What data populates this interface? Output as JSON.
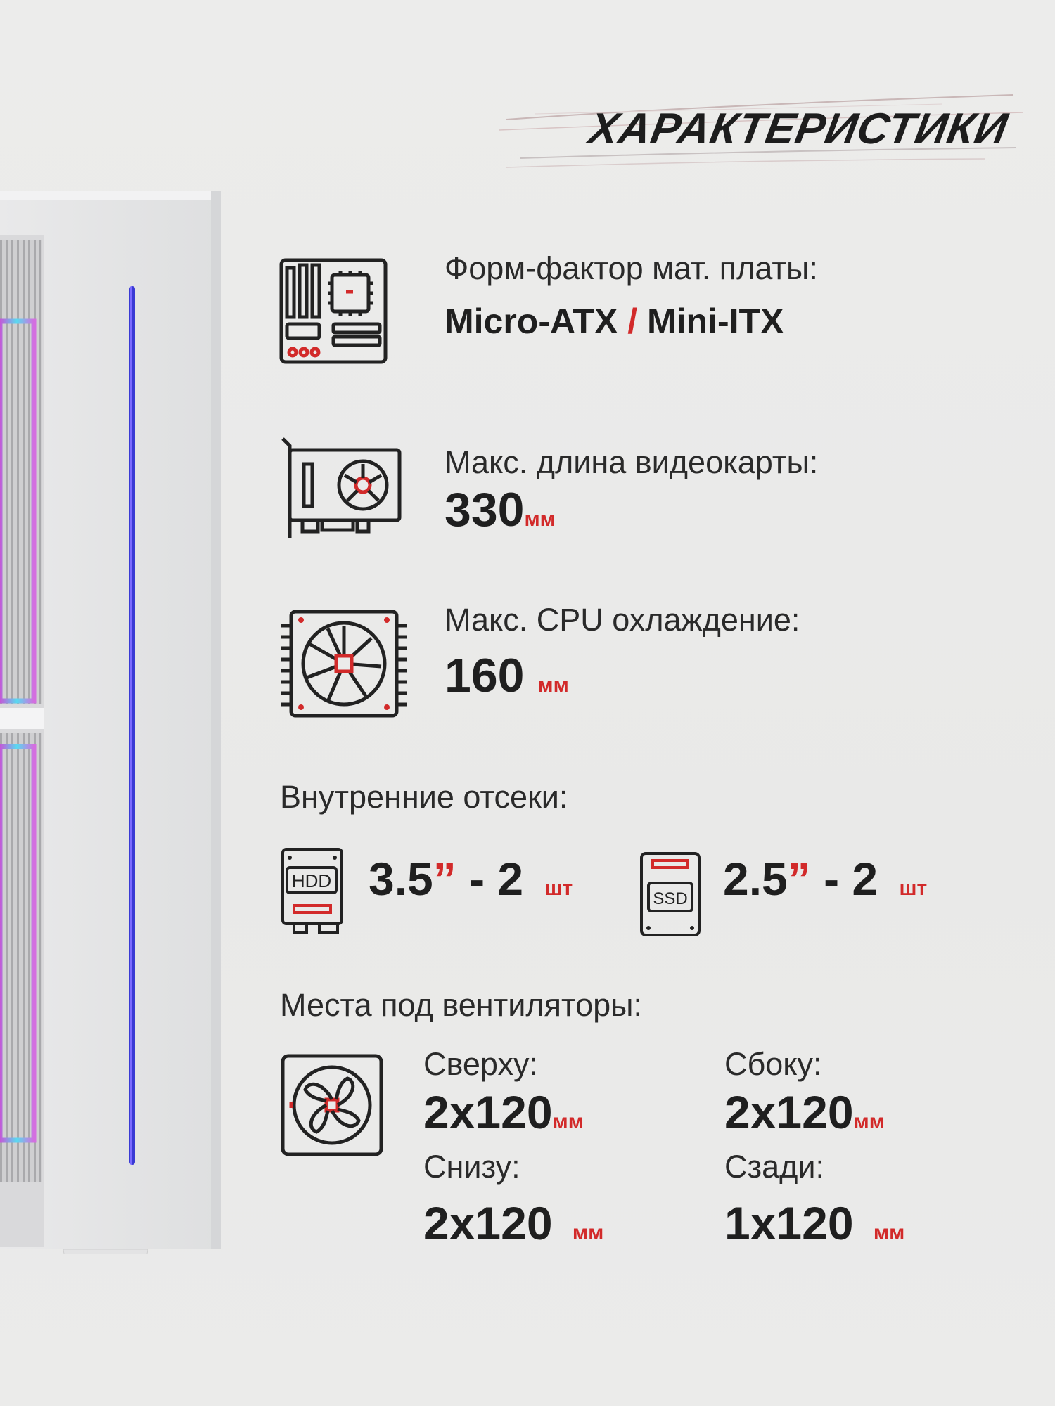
{
  "title": "ХАРАКТЕРИСТИКИ",
  "colors": {
    "accent": "#d22a2a",
    "text": "#1f1f1f",
    "background": "#ebebea"
  },
  "motherboard": {
    "icon": "motherboard-icon",
    "label": "Форм-фактор мат. платы:",
    "value_a": "Micro-ATX",
    "separator": "/",
    "value_b": "Mini-ITX"
  },
  "gpu": {
    "icon": "graphics-card-icon",
    "label": "Макс. длина видеокарты:",
    "value": "330",
    "unit": "мм"
  },
  "cpu_cooler": {
    "icon": "cpu-cooler-icon",
    "label": "Макс. CPU охлаждение:",
    "value": "160",
    "unit": "мм"
  },
  "bays": {
    "label": "Внутренние отсеки:",
    "hdd": {
      "icon": "hdd-icon",
      "icon_text": "HDD",
      "size": "3.5",
      "quote": "”",
      "dash": "- 2",
      "unit": "шт"
    },
    "ssd": {
      "icon": "ssd-icon",
      "icon_text": "SSD",
      "size": "2.5",
      "quote": "”",
      "dash": "- 2",
      "unit": "шт"
    }
  },
  "fans": {
    "icon": "fan-icon",
    "label": "Места под вентиляторы:",
    "top": {
      "label": "Сверху:",
      "value": "2x120",
      "unit": "мм"
    },
    "side": {
      "label": "Сбоку:",
      "value": "2x120",
      "unit": "мм"
    },
    "bottom": {
      "label": "Снизу:",
      "value": "2x120",
      "unit": "мм"
    },
    "rear": {
      "label": "Сзади:",
      "value": "1x120",
      "unit": "мм"
    }
  }
}
